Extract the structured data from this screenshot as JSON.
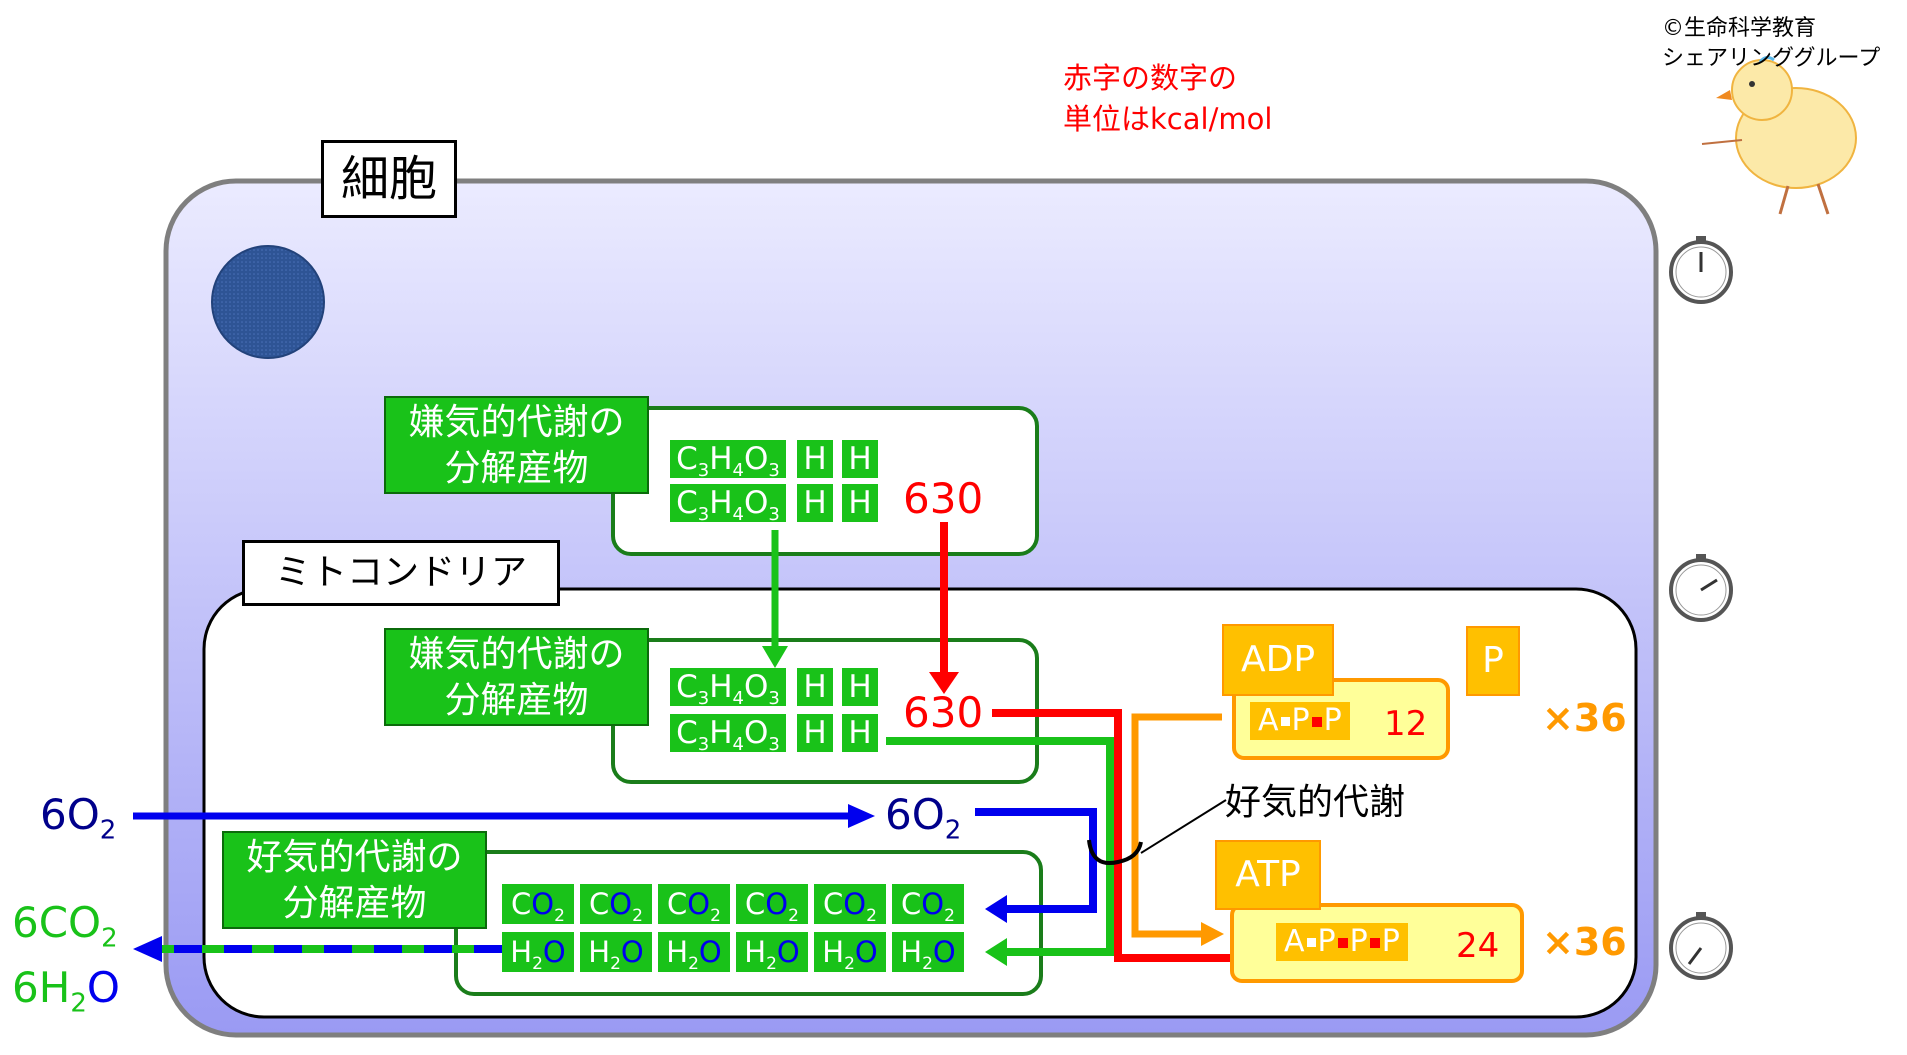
{
  "copyright": {
    "line1": "©生命科学教育",
    "line2": "シェアリンググループ"
  },
  "note": {
    "line1": "赤字の数字の",
    "line2": "単位はkcal/mol"
  },
  "cell_label": "細胞",
  "mito_label": "ミトコンドリア",
  "anaerobic_product": {
    "line1": "嫌気的代謝の",
    "line2": "分解産物"
  },
  "aerobic_product": {
    "line1": "好気的代謝の",
    "line2": "分解産物"
  },
  "aerobic_metabolism": "好気的代謝",
  "pyruvate": {
    "c": "C",
    "c_n": "3",
    "h": "H",
    "h_n": "4",
    "o": "O",
    "o_n": "3"
  },
  "h": "H",
  "energy_top": "630",
  "energy_mid": "630",
  "oxygen_outside": {
    "text": "6O",
    "sub": "2"
  },
  "oxygen_inside": {
    "text": "6O",
    "sub": "2"
  },
  "co2": {
    "c": "C",
    "o": "O",
    "sub": "2"
  },
  "h2o": {
    "h": "H",
    "sub": "2",
    "o": "O"
  },
  "out_co2": {
    "text": "6CO",
    "sub": "2"
  },
  "out_h2o": {
    "pre": "6H",
    "sub": "2",
    "post": "O"
  },
  "adp_label": "ADP",
  "p_label": "P",
  "atp_label": "ATP",
  "adp_formula": {
    "a": "A",
    "p1": "P",
    "p2": "P"
  },
  "atp_formula": {
    "a": "A",
    "p1": "P",
    "p2": "P",
    "p3": "P"
  },
  "adp_energy": "12",
  "atp_energy": "24",
  "multiplier_adp": "×36",
  "multiplier_atp": "×36",
  "colors": {
    "green_fill": "#19c219",
    "green_dark": "#1a7d1a",
    "red": "#ff0000",
    "blue": "#0000ee",
    "orange": "#ff9900",
    "cell_top": "#e8e8ff",
    "cell_bottom": "#9c9cf2"
  },
  "icons": [
    "stopwatch-icon",
    "chick-illustration"
  ]
}
